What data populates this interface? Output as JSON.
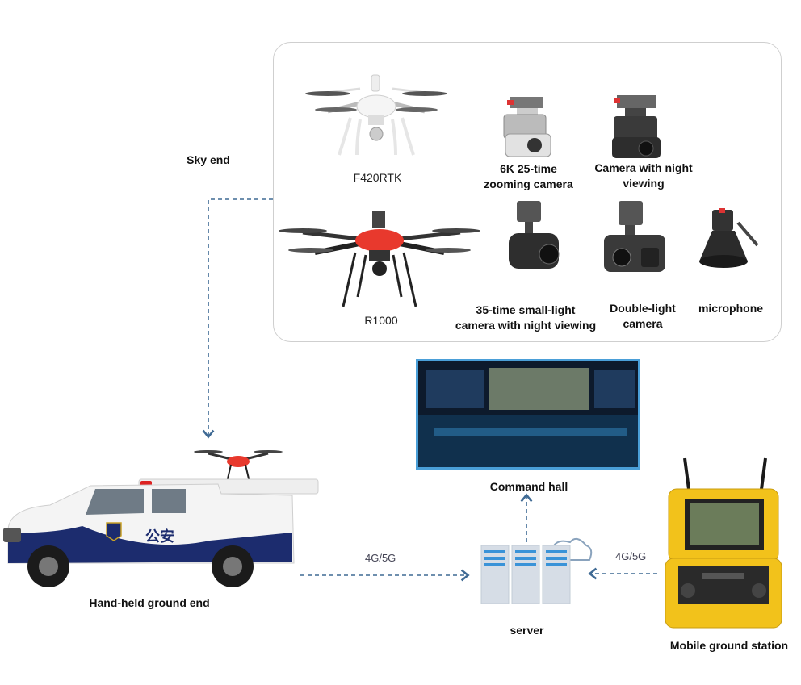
{
  "sky_end": {
    "label": "Sky end"
  },
  "drones": {
    "f420": "F420RTK",
    "r1000": "R1000"
  },
  "payloads": {
    "zoom6k_line1": "6K 25-time",
    "zoom6k_line2": "zooming camera",
    "night_line1": "Camera with night",
    "night_line2": "viewing",
    "small35_line1": "35-time small-light",
    "small35_line2": "camera with night viewing",
    "double_line1": "Double-light",
    "double_line2": "camera",
    "microphone": "microphone"
  },
  "command_hall": {
    "label": "Command hall"
  },
  "server": {
    "label": "server"
  },
  "ground_end": {
    "label": "Hand-held ground end",
    "vehicle_text": "公安"
  },
  "mobile_station": {
    "label": "Mobile ground station"
  },
  "links": {
    "left": "4G/5G",
    "right": "4G/5G"
  },
  "colors": {
    "arrow": "#3f6a94",
    "screen_frame": "#4a9fd8",
    "station": "#f2c21b",
    "drone_red": "#e8392d",
    "police_blue": "#1c2c6e"
  }
}
